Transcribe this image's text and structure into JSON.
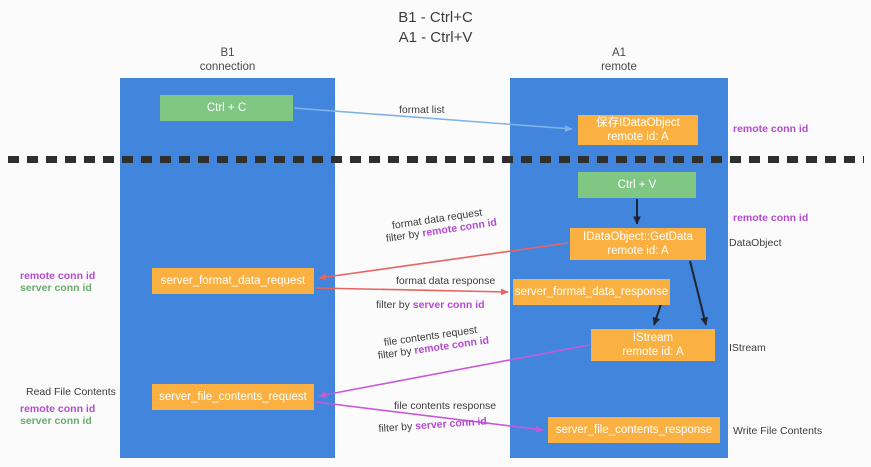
{
  "title": {
    "line1": "B1 - Ctrl+C",
    "line2": "A1 - Ctrl+V"
  },
  "lanes": [
    {
      "id": "b1",
      "name": "B1",
      "subtitle": "connection",
      "color": "#4285dd"
    },
    {
      "id": "a1",
      "name": "A1",
      "subtitle": "remote",
      "color": "#4285dd"
    }
  ],
  "colors": {
    "lane": "#4285dd",
    "green_node": "#81c784",
    "orange_node": "#fbb042",
    "key_purple": "#b44ad0",
    "key_green": "#6aab6e",
    "arrow_blue": "#7fb3e8",
    "arrow_red": "#e8645f",
    "arrow_magenta": "#c65ad6",
    "arrow_dark": "#1f2430",
    "separator": "#2f2f2f"
  },
  "nodes": {
    "ctrl_c": {
      "label": "Ctrl + C",
      "sub": "",
      "style": "green"
    },
    "save_dataobject": {
      "label": "保存IDataObject",
      "sub": "remote id: A",
      "style": "orange"
    },
    "ctrl_v": {
      "label": "Ctrl + V",
      "sub": "",
      "style": "green"
    },
    "getdata": {
      "label": "IDataObject::GetData",
      "sub": "remote id: A",
      "style": "orange"
    },
    "server_format_data_request": {
      "label": "server_format_data_request",
      "sub": "",
      "style": "orange"
    },
    "server_format_data_response": {
      "label": "server_format_data_response",
      "sub": "",
      "style": "orange"
    },
    "istream": {
      "label": "IStream",
      "sub": "remote id: A",
      "style": "orange"
    },
    "server_file_contents_request": {
      "label": "server_file_contents_request",
      "sub": "",
      "style": "orange"
    },
    "server_file_contents_response": {
      "label": "server_file_contents_response",
      "sub": "",
      "style": "orange"
    }
  },
  "edge_labels": {
    "format_list": "format list",
    "format_data_request": "format data request",
    "format_data_request_filter_prefix": "filter by ",
    "format_data_request_filter_key": "remote conn id",
    "format_data_response": "format data response",
    "format_data_response_filter_prefix": "filter by ",
    "format_data_response_filter_key": "server conn id",
    "file_contents_request": "file contents request",
    "file_contents_request_filter_prefix": "filter by ",
    "file_contents_request_filter_key": "remote conn id",
    "file_contents_response": "file contents response",
    "file_contents_response_filter_prefix": "filter by ",
    "file_contents_response_filter_key": "server conn id"
  },
  "annotations": {
    "right": [
      {
        "id": "remote-conn-id-1",
        "text": "remote conn id",
        "kind": "key-purple"
      },
      {
        "id": "remote-conn-id-2",
        "text": "remote conn id",
        "kind": "key-purple"
      },
      {
        "id": "dataobject",
        "text": "DataObject",
        "kind": "plain"
      },
      {
        "id": "istream",
        "text": "IStream",
        "kind": "plain"
      },
      {
        "id": "write-file-contents",
        "text": "Write File Contents",
        "kind": "plain"
      }
    ],
    "left": [
      {
        "id": "remote-conn-id-3",
        "text": "remote conn id",
        "kind": "key-purple"
      },
      {
        "id": "server-conn-id-1",
        "text": "server conn id",
        "kind": "key-green"
      },
      {
        "id": "read-file-contents",
        "text": "Read File Contents",
        "kind": "plain"
      },
      {
        "id": "remote-conn-id-4",
        "text": "remote conn id",
        "kind": "key-purple"
      },
      {
        "id": "server-conn-id-2",
        "text": "server conn id",
        "kind": "key-green"
      }
    ]
  }
}
